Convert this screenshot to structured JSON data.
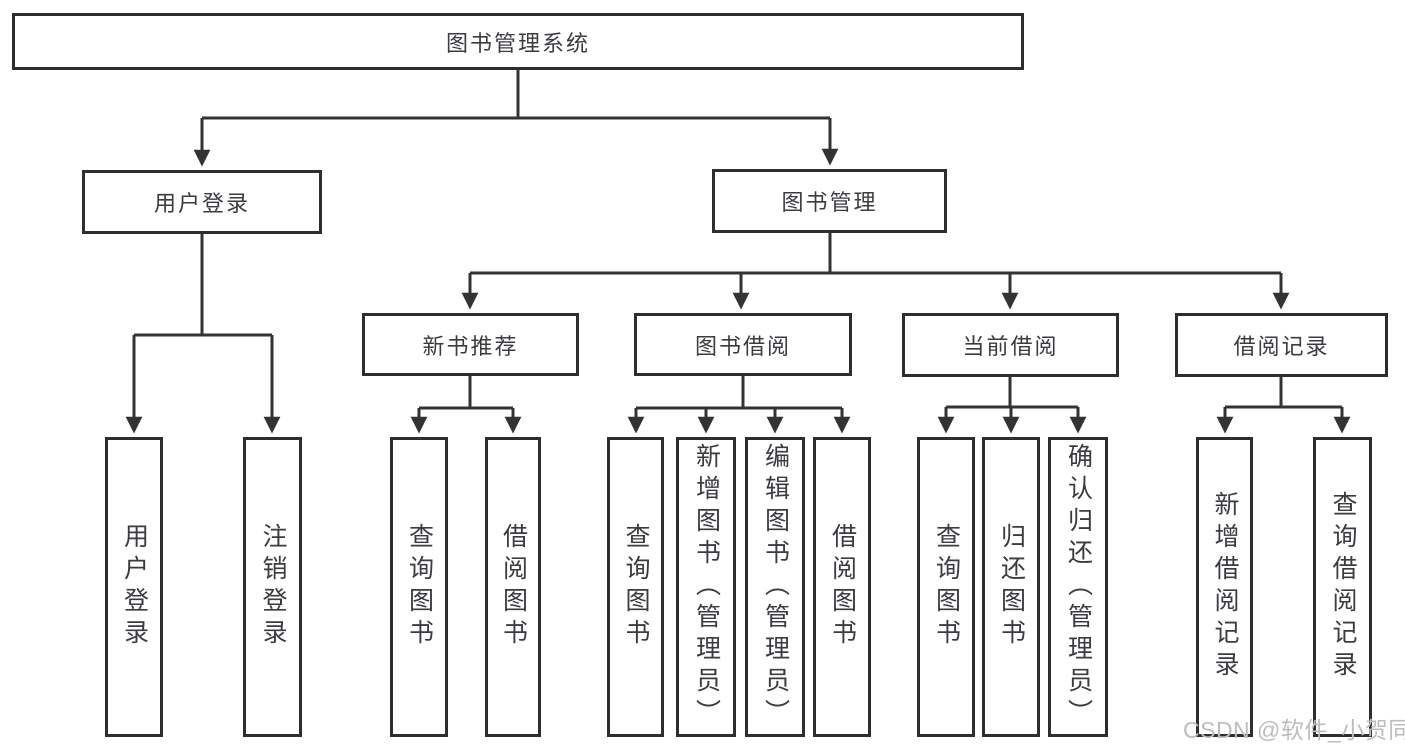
{
  "diagram": {
    "kind": "hierarchy-tree",
    "colors": {
      "line": "#333333",
      "box_border": "#2e2e2e",
      "text": "#3b3b40",
      "watermark": "#bdbdbd",
      "background": "#ffffff"
    }
  },
  "tree": {
    "root": {
      "label": "图书管理系统",
      "children": [
        {
          "label": "用户登录",
          "children": [
            {
              "label": "用户登录"
            },
            {
              "label": "注销登录"
            }
          ]
        },
        {
          "label": "图书管理",
          "children": [
            {
              "label": "新书推荐",
              "children": [
                {
                  "label": "查询图书"
                },
                {
                  "label": "借阅图书"
                }
              ]
            },
            {
              "label": "图书借阅",
              "children": [
                {
                  "label": "查询图书"
                },
                {
                  "label": "新增图书（管理员）"
                },
                {
                  "label": "编辑图书（管理员）"
                },
                {
                  "label": "借阅图书"
                }
              ]
            },
            {
              "label": "当前借阅",
              "children": [
                {
                  "label": "查询图书"
                },
                {
                  "label": "归还图书"
                },
                {
                  "label": "确认归还（管理员）"
                }
              ]
            },
            {
              "label": "借阅记录",
              "children": [
                {
                  "label": "新增借阅记录"
                },
                {
                  "label": "查询借阅记录"
                }
              ]
            }
          ]
        }
      ]
    }
  },
  "watermark": {
    "text": "CSDN @软件_小贺同学"
  }
}
